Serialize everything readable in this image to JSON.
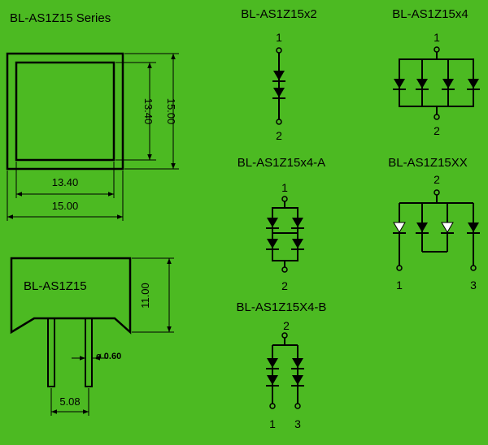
{
  "colors": {
    "background": "#4cba22",
    "ink": "#000000",
    "open_diode_fill": "#ffffff"
  },
  "package": {
    "title": "BL-AS1Z15 Series",
    "dims": {
      "inner_width": "13.40",
      "outer_width": "15.00",
      "inner_height": "13.40",
      "outer_height": "15.00",
      "side_height": "11.00",
      "lead_diameter": "ø 0.60",
      "lead_pitch": "5.08"
    },
    "side_label": "BL-AS1Z15"
  },
  "circuits": {
    "x2": {
      "title": "BL-AS1Z15x2",
      "pin_top": "1",
      "pin_bottom": "2"
    },
    "x4": {
      "title": "BL-AS1Z15x4",
      "pin_top": "1",
      "pin_bottom": "2"
    },
    "x4a": {
      "title": "BL-AS1Z15x4-A",
      "pin_top": "1",
      "pin_bottom": "2"
    },
    "xx": {
      "title": "BL-AS1Z15XX",
      "pin_top": "2",
      "pin_left": "1",
      "pin_right": "3"
    },
    "x4b": {
      "title": "BL-AS1Z15X4-B",
      "pin_top": "2",
      "pin_left": "1",
      "pin_right": "3"
    }
  }
}
